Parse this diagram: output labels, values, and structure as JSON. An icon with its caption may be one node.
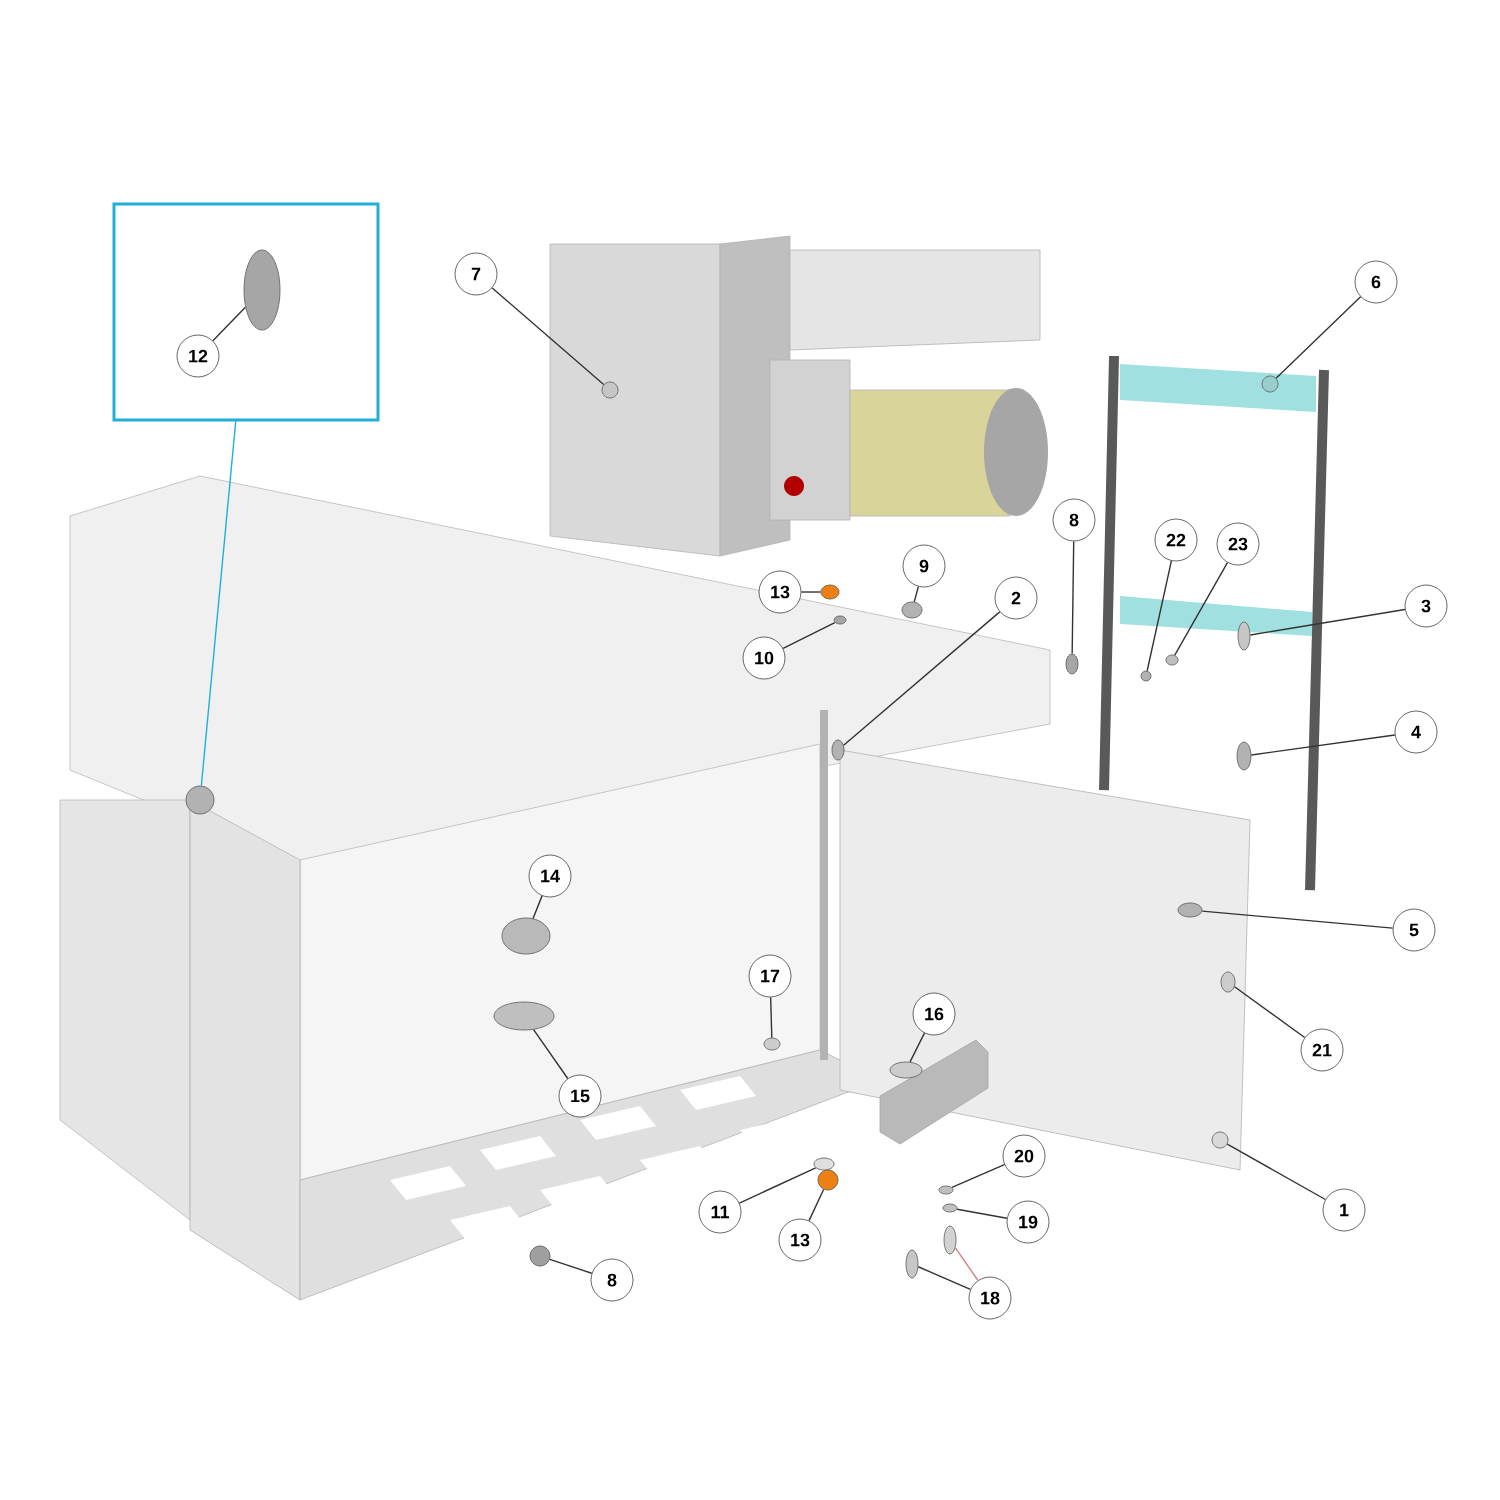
{
  "diagram": {
    "nodes": [
      {
        "text": [],
        "shape": "box"
      },
      {
        "text": [
          "12"
        ],
        "in": 0
      },
      {
        "text": [
          "7"
        ]
      },
      {
        "text": [
          "6"
        ]
      },
      {
        "text": [
          "8"
        ]
      },
      {
        "text": [
          "22"
        ]
      },
      {
        "text": [
          "23"
        ]
      },
      {
        "text": [
          "13"
        ]
      },
      {
        "text": [
          "9"
        ]
      },
      {
        "text": [
          "2"
        ]
      },
      {
        "text": [
          "3"
        ]
      },
      {
        "text": [
          "10"
        ]
      },
      {
        "text": [
          "4"
        ]
      },
      {
        "text": [
          "14"
        ]
      },
      {
        "text": [
          "5"
        ]
      },
      {
        "text": [
          "17"
        ]
      },
      {
        "text": [
          "16"
        ]
      },
      {
        "text": [
          "21"
        ]
      },
      {
        "text": [
          "15"
        ]
      },
      {
        "text": [
          "20"
        ]
      },
      {
        "text": [
          "11"
        ]
      },
      {
        "text": [
          "19"
        ]
      },
      {
        "text": [
          "1"
        ]
      },
      {
        "text": [
          "13"
        ]
      },
      {
        "text": [
          "18"
        ]
      },
      {
        "text": [
          "8"
        ]
      },
      {
        "text": [],
        "shape": "circle"
      },
      {
        "text": [],
        "shape": "circle",
        "in": 0
      },
      {
        "text": [],
        "shape": "circle"
      },
      {
        "text": [],
        "shape": "circle"
      },
      {
        "text": [],
        "shape": "circle"
      },
      {
        "text": [],
        "shape": "circle"
      },
      {
        "text": [],
        "shape": "circle"
      },
      {
        "text": [],
        "shape": "circle"
      },
      {
        "text": [],
        "shape": "circle"
      },
      {
        "text": [],
        "shape": "circle"
      },
      {
        "text": [],
        "shape": "circle"
      },
      {
        "text": [],
        "shape": "circle"
      },
      {
        "text": [],
        "shape": "circle"
      },
      {
        "text": [],
        "shape": "circle"
      },
      {
        "text": [],
        "shape": "circle"
      },
      {
        "text": [],
        "shape": "circle"
      },
      {
        "text": [],
        "shape": "circle"
      },
      {
        "text": [],
        "shape": "circle"
      },
      {
        "text": [],
        "shape": "circle"
      },
      {
        "text": [],
        "shape": "circle"
      },
      {
        "text": [],
        "shape": "circle"
      },
      {
        "text": [],
        "shape": "circle"
      },
      {
        "text": [],
        "shape": "circle"
      },
      {
        "text": [],
        "shape": "circle"
      },
      {
        "text": [],
        "shape": "circle"
      },
      {
        "text": [],
        "shape": "circle"
      },
      {
        "text": [],
        "shape": "circle"
      }
    ],
    "edges": [
      {
        "from": 0,
        "to": 26,
        "arrow": "none",
        "color": "#1fb0d8"
      },
      {
        "from": 1,
        "to": 27,
        "arrow": "none"
      },
      {
        "from": 2,
        "to": 28,
        "arrow": "none"
      },
      {
        "from": 3,
        "to": 29,
        "arrow": "none"
      },
      {
        "from": 4,
        "to": 30,
        "arrow": "none"
      },
      {
        "from": 5,
        "to": 31,
        "arrow": "none"
      },
      {
        "from": 6,
        "to": 32,
        "arrow": "none"
      },
      {
        "from": 7,
        "to": 33,
        "arrow": "none"
      },
      {
        "from": 8,
        "to": 34,
        "arrow": "none"
      },
      {
        "from": 9,
        "to": 35,
        "arrow": "none"
      },
      {
        "from": 10,
        "to": 36,
        "arrow": "none"
      },
      {
        "from": 11,
        "to": 37,
        "arrow": "none"
      },
      {
        "from": 12,
        "to": 38,
        "arrow": "none"
      },
      {
        "from": 13,
        "to": 39,
        "arrow": "none"
      },
      {
        "from": 14,
        "to": 40,
        "arrow": "none"
      },
      {
        "from": 15,
        "to": 41,
        "arrow": "none"
      },
      {
        "from": 16,
        "to": 42,
        "arrow": "none"
      },
      {
        "from": 17,
        "to": 43,
        "arrow": "none"
      },
      {
        "from": 18,
        "to": 44,
        "arrow": "none"
      },
      {
        "from": 19,
        "to": 45,
        "arrow": "none"
      },
      {
        "from": 20,
        "to": 46,
        "arrow": "none"
      },
      {
        "from": 21,
        "to": 47,
        "arrow": "none"
      },
      {
        "from": 22,
        "to": 48,
        "arrow": "none"
      },
      {
        "from": 23,
        "to": 49,
        "arrow": "none"
      },
      {
        "from": 24,
        "to": 50,
        "arrow": "none"
      },
      {
        "from": 24,
        "to": 51,
        "arrow": "none",
        "color": "#d08080"
      },
      {
        "from": 25,
        "to": 52,
        "arrow": "none"
      }
    ]
  }
}
